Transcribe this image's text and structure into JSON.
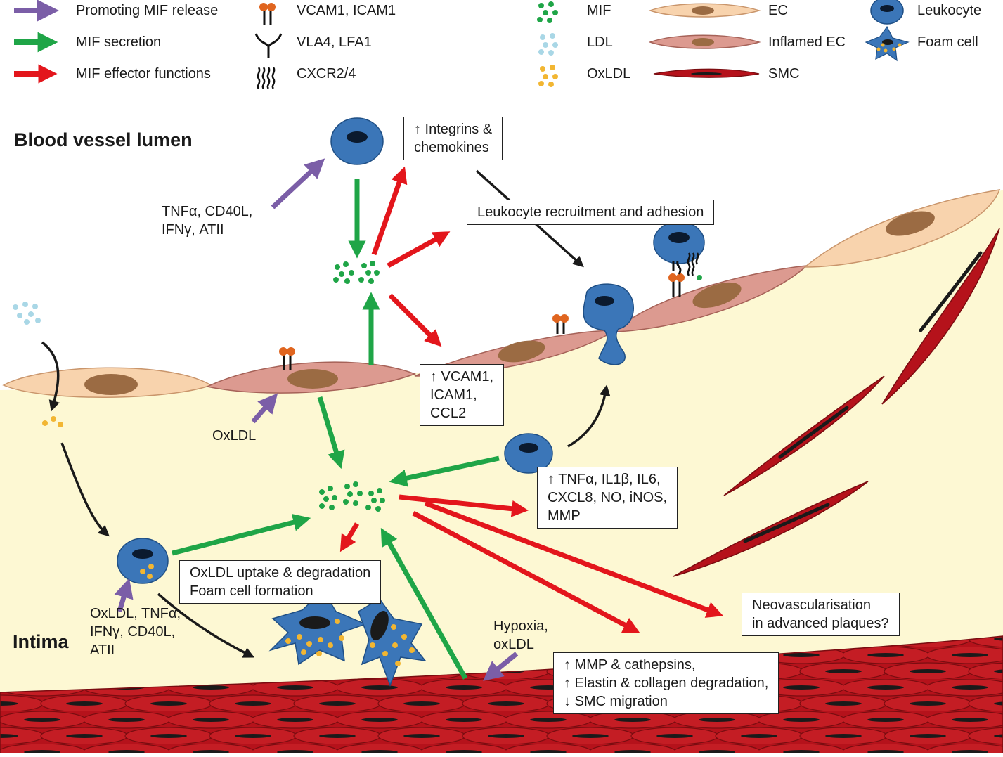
{
  "legend": {
    "arrows": [
      {
        "label": "Promoting MIF release",
        "color": "#7b5ea7"
      },
      {
        "label": "MIF secretion",
        "color": "#1fa547"
      },
      {
        "label": "MIF effector functions",
        "color": "#e3161c"
      }
    ],
    "receptors": [
      {
        "label": "VCAM1, ICAM1",
        "icon": "adhesion-molecule-icon"
      },
      {
        "label": "VLA4, LFA1",
        "icon": "integrin-icon"
      },
      {
        "label": "CXCR2/4",
        "icon": "chemokine-receptor-icon"
      }
    ],
    "particles": [
      {
        "label": "MIF",
        "color": "#1fa547"
      },
      {
        "label": "LDL",
        "color": "#a9d7e6"
      },
      {
        "label": "OxLDL",
        "color": "#f2b632"
      }
    ],
    "cells": [
      {
        "label": "EC",
        "color": "#f8d3ad"
      },
      {
        "label": "Inflamed EC",
        "color": "#dc9a90"
      },
      {
        "label": "SMC",
        "color": "#b5121b"
      }
    ],
    "immune": [
      {
        "label": "Leukocyte",
        "color": "#3b76b8"
      },
      {
        "label": "Foam cell",
        "color": "#3b76b8"
      }
    ]
  },
  "regions": {
    "lumen": "Blood vessel lumen",
    "intima": "Intima"
  },
  "labels": {
    "stimuli_lumen": [
      "TNFα, CD40L,",
      "IFNγ, ATII"
    ],
    "oxldl_ec": "OxLDL",
    "stimuli_intima": [
      "OxLDL, TNFα,",
      "IFNγ, CD40L,",
      "ATII"
    ],
    "hypoxia": [
      "Hypoxia,",
      "oxLDL"
    ]
  },
  "boxes": {
    "integrins": [
      "↑ Integrins &",
      "chemokines"
    ],
    "recruitment": [
      "Leukocyte recruitment and adhesion"
    ],
    "vcam": [
      "↑ VCAM1,",
      "ICAM1,",
      "CCL2"
    ],
    "cytokines": [
      "↑ TNFα, IL1β, IL6,",
      "CXCL8, NO, iNOS,",
      "MMP"
    ],
    "foam": [
      "OxLDL uptake & degradation",
      "Foam cell formation"
    ],
    "neovasc": [
      "Neovascularisation",
      "in advanced plaques?"
    ],
    "mmp": [
      "↑ MMP & cathepsins,",
      "↑ Elastin & collagen degradation,",
      "↓ SMC migration"
    ]
  },
  "colors": {
    "background_intima": "#fdf8d3",
    "lumen": "#ffffff",
    "promoting": "#7b5ea7",
    "secretion": "#1fa547",
    "effector": "#e3161c",
    "neutral": "#1a1a1a",
    "adhesion_head": "#e0651f"
  }
}
